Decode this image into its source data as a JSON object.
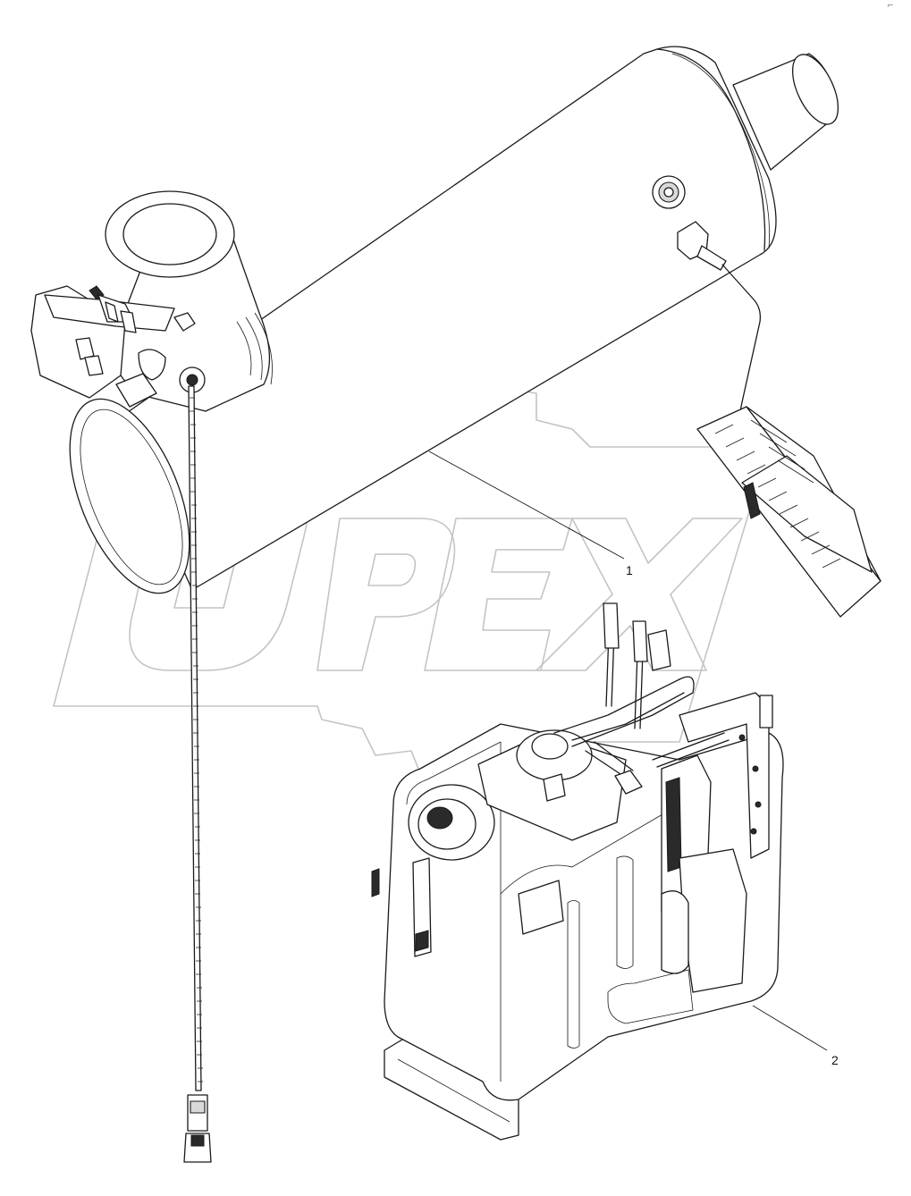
{
  "diagram": {
    "callouts": [
      {
        "id": "1",
        "label": "1"
      },
      {
        "id": "2",
        "label": "2"
      }
    ],
    "corner_mark": "⌐",
    "watermark_text": "OPEX"
  },
  "colors": {
    "line": "#1a1a1a",
    "watermark": "#c4c4c4",
    "background": "#ffffff"
  }
}
